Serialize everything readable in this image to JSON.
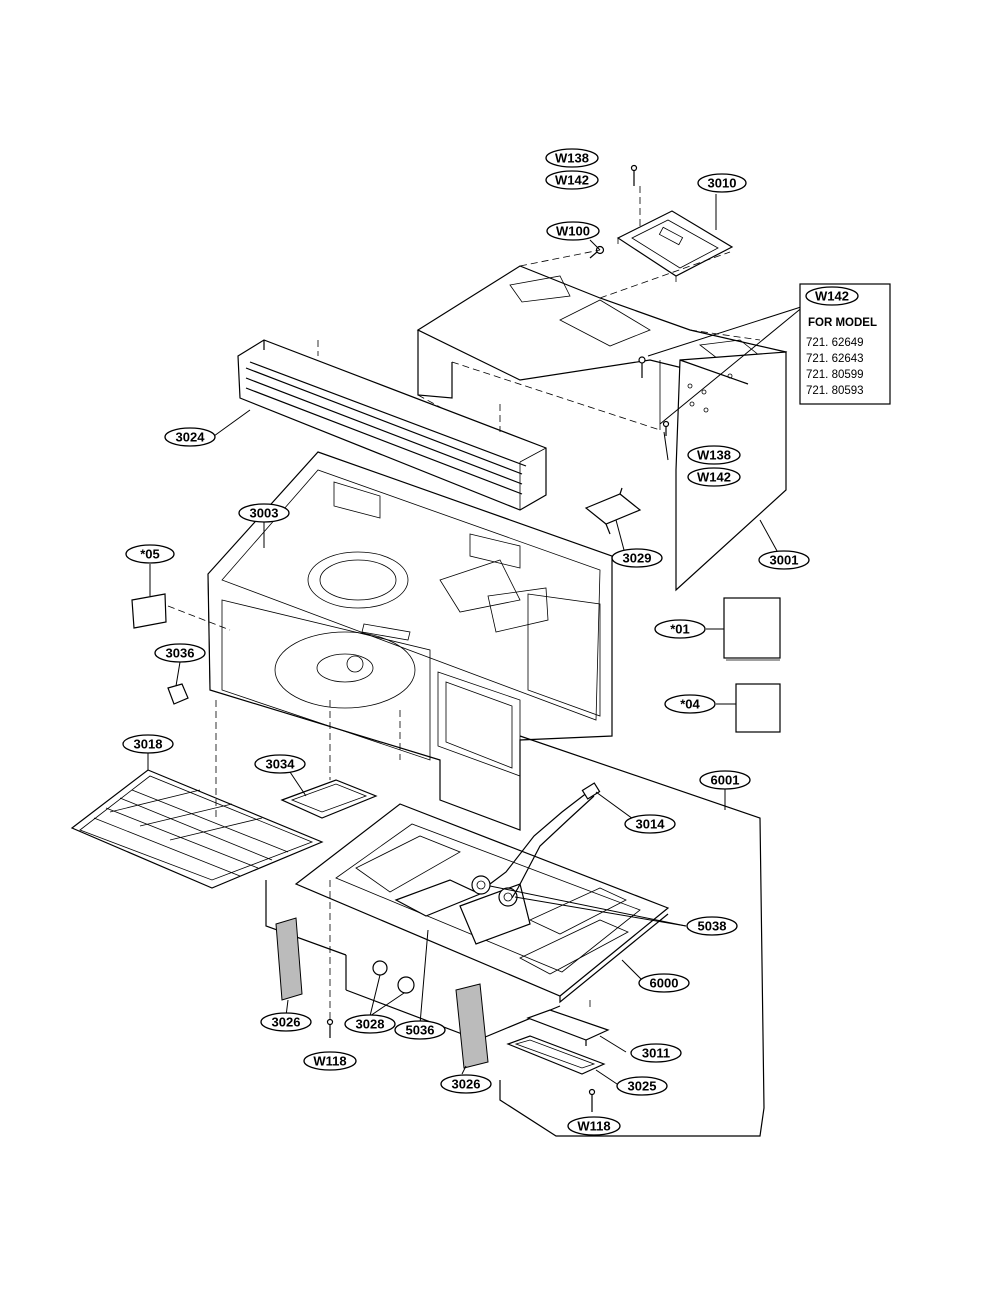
{
  "callouts": {
    "w138_top": "W138",
    "w142_top": "W142",
    "p3010": "3010",
    "w100": "W100",
    "p3024": "3024",
    "w138_right": "W138",
    "w142_right": "W142",
    "p3003": "3003",
    "p3029": "3029",
    "p3001": "3001",
    "note_05": "*05",
    "note_01": "*01",
    "p3036": "3036",
    "note_04": "*04",
    "p3018": "3018",
    "p3034": "3034",
    "p6001": "6001",
    "p3014": "3014",
    "p5038": "5038",
    "p6000": "6000",
    "p3026_left": "3026",
    "p3028": "3028",
    "p5036": "5036",
    "w118_left": "W118",
    "p3026_bottom": "3026",
    "p3011": "3011",
    "p3025": "3025",
    "w118_bottom": "W118"
  },
  "model_note": {
    "part": "W142",
    "heading": "FOR MODEL",
    "models": [
      "721. 62649",
      "721. 62643",
      "721. 80599",
      "721. 80593"
    ]
  }
}
